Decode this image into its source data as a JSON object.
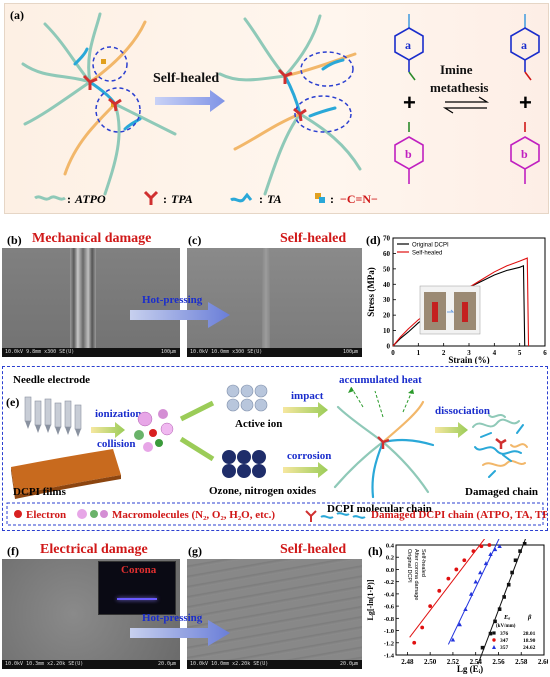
{
  "panel_a": {
    "label": "(a)",
    "arrow_text": "Self-healed",
    "imine_text_1": "Imine",
    "imine_text_2": "metathesis",
    "ring_a": "a",
    "ring_b": "b",
    "legend": {
      "atpo": "ATPO",
      "tpa": "TPA",
      "ta": "TA",
      "imine": "−C=N−"
    },
    "colon": ":"
  },
  "panel_b": {
    "label": "(b)",
    "title": "Mechanical damage",
    "info": "10.0kV 9.8mm x300 SE(U)",
    "scale": "100μm"
  },
  "panel_c": {
    "label": "(c)",
    "title": "Self-healed",
    "info": "10.0kV 10.0mm x300 SE(U)",
    "scale": "100μm",
    "arrow_text": "Hot-pressing"
  },
  "panel_d": {
    "label": "(d)"
  },
  "chart_data": {
    "type": "line",
    "xlabel": "Strain (%)",
    "ylabel": "Stress (MPa)",
    "xlim": [
      0,
      6
    ],
    "ylim": [
      0,
      70
    ],
    "xticks": [
      0,
      1,
      2,
      3,
      4,
      5,
      6
    ],
    "yticks": [
      0,
      10,
      20,
      30,
      40,
      50,
      60,
      70
    ],
    "legend_position": "top-left",
    "series": [
      {
        "name": "Original DCPI",
        "color": "#000000",
        "x": [
          0,
          0.3,
          0.6,
          1.0,
          1.5,
          2.0,
          2.5,
          3.0,
          3.5,
          4.0,
          4.5,
          5.0,
          5.15,
          5.2
        ],
        "y": [
          0,
          5,
          9,
          15,
          21,
          27,
          33,
          38,
          42,
          46,
          49,
          51,
          52,
          0
        ]
      },
      {
        "name": "Self-healed",
        "color": "#e01010",
        "x": [
          0,
          0.3,
          0.6,
          1.0,
          1.5,
          2.0,
          2.5,
          3.0,
          3.5,
          4.0,
          4.5,
          5.0,
          5.3,
          5.35
        ],
        "y": [
          0,
          6,
          11,
          17,
          23,
          28,
          33,
          38,
          43,
          48,
          52,
          55,
          57,
          0
        ]
      }
    ]
  },
  "panel_e": {
    "label": "(e)",
    "needle": "Needle electrode",
    "films": "DCPI films",
    "ionization": "ionization",
    "collision": "collision",
    "active_ion": "Active ion",
    "ozone": "Ozone, nitrogen oxides",
    "impact": "impact",
    "corrosion": "corrosion",
    "accum_heat": "accumulated heat",
    "dissociation": "dissociation",
    "molecular_chain": "DCPI molecular chain",
    "damaged_chain": "Damaged chain",
    "legend_electron": "Electron",
    "legend_macro": "Macromolecules (N₂, O₂, H₂O, etc.)",
    "legend_damaged": "Damaged DCPI chain (ATPO, TA, TPA)"
  },
  "panel_f": {
    "label": "(f)",
    "title": "Electrical damage",
    "inset": "Corona",
    "info": "10.0kV 10.3mm x2.20k SE(U)",
    "scale": "20.0μm"
  },
  "panel_g": {
    "label": "(g)",
    "title": "Self-healed",
    "info": "10.0kV 10.0mm x2.20k SE(U)",
    "scale": "20.0μm",
    "arrow_text": "Hot-pressing"
  },
  "panel_h": {
    "label": "(h)",
    "chart": {
      "type": "scatter",
      "xlabel": "Lg (Eᵢ)",
      "ylabel": "Lg[-ln(1-P)]",
      "xlim": [
        2.47,
        2.6
      ],
      "ylim": [
        -1.4,
        0.4
      ],
      "xticks": [
        "2.48",
        "2.50",
        "2.52",
        "2.54",
        "2.56",
        "2.58",
        "2.60"
      ],
      "yticks": [
        "0.4",
        "0.2",
        "0.0",
        "-0.2",
        "-0.4",
        "-0.6",
        "-0.8",
        "-1.0",
        "-1.2",
        "-1.4"
      ],
      "table_header_e": "Eₐ",
      "table_header_b": "β",
      "table_unit": "(kV/mm)",
      "series": [
        {
          "name": "Original DCPI",
          "color": "#111111",
          "marker": "square",
          "table_e": "376",
          "table_b": "28.01",
          "points": [
            [
              2.546,
              -1.28
            ],
            [
              2.553,
              -1.05
            ],
            [
              2.557,
              -0.85
            ],
            [
              2.561,
              -0.65
            ],
            [
              2.565,
              -0.45
            ],
            [
              2.569,
              -0.25
            ],
            [
              2.572,
              -0.05
            ],
            [
              2.575,
              0.15
            ],
            [
              2.579,
              0.3
            ],
            [
              2.583,
              0.42
            ]
          ]
        },
        {
          "name": "After corona damage",
          "color": "#e01010",
          "marker": "circle",
          "table_e": "347",
          "table_b": "18.90",
          "points": [
            [
              2.486,
              -1.2
            ],
            [
              2.493,
              -0.95
            ],
            [
              2.5,
              -0.6
            ],
            [
              2.508,
              -0.35
            ],
            [
              2.516,
              -0.15
            ],
            [
              2.523,
              0.0
            ],
            [
              2.53,
              0.15
            ],
            [
              2.538,
              0.3
            ],
            [
              2.545,
              0.38
            ],
            [
              2.552,
              0.4
            ]
          ]
        },
        {
          "name": "Self-healed",
          "color": "#2233dd",
          "marker": "triangle",
          "table_e": "357",
          "table_b": "24.62",
          "points": [
            [
              2.52,
              -1.15
            ],
            [
              2.526,
              -0.9
            ],
            [
              2.531,
              -0.65
            ],
            [
              2.536,
              -0.4
            ],
            [
              2.54,
              -0.2
            ],
            [
              2.544,
              -0.05
            ],
            [
              2.549,
              0.1
            ],
            [
              2.553,
              0.25
            ],
            [
              2.557,
              0.33
            ],
            [
              2.561,
              0.38
            ]
          ]
        }
      ]
    }
  }
}
